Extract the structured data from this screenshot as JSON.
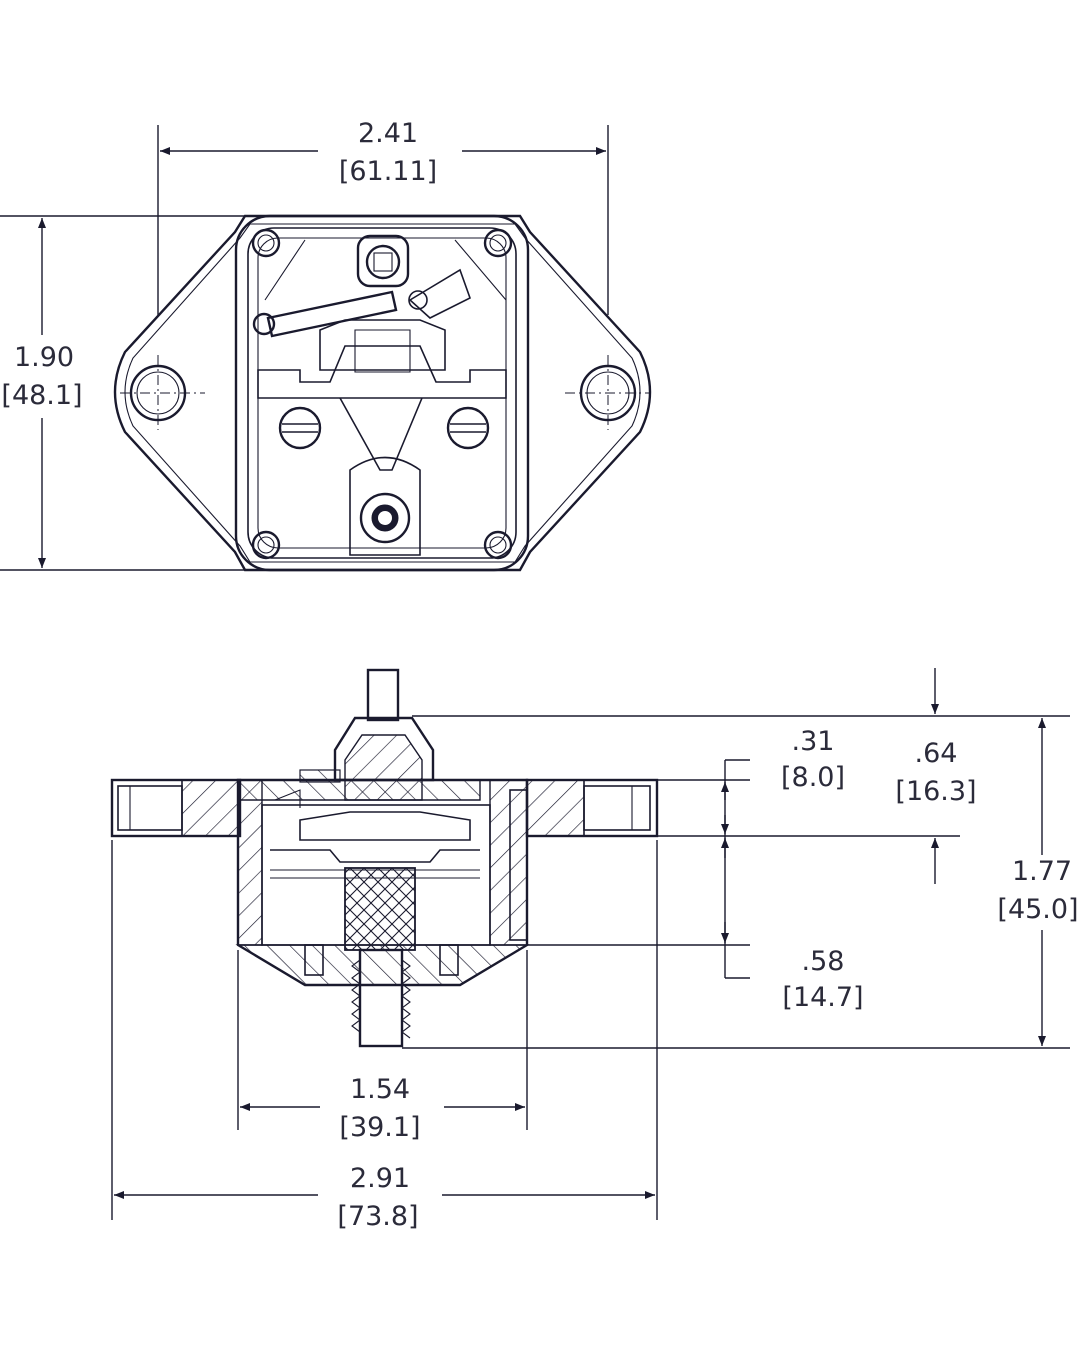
{
  "top_view": {
    "width_dim": {
      "inch": "2.41",
      "mm": "[61.11]"
    },
    "height_dim": {
      "inch": "1.90",
      "mm": "[48.1]"
    }
  },
  "side_view": {
    "dim_031": {
      "inch": ".31",
      "mm": "[8.0]"
    },
    "dim_064": {
      "inch": ".64",
      "mm": "[16.3]"
    },
    "dim_058": {
      "inch": ".58",
      "mm": "[14.7]"
    },
    "dim_177": {
      "inch": "1.77",
      "mm": "[45.0]"
    },
    "dim_154": {
      "inch": "1.54",
      "mm": "[39.1]"
    },
    "dim_291": {
      "inch": "2.91",
      "mm": "[73.8]"
    }
  },
  "colors": {
    "ink": "#1a1a2e",
    "text": "#2b2b3a",
    "background": "#ffffff"
  }
}
